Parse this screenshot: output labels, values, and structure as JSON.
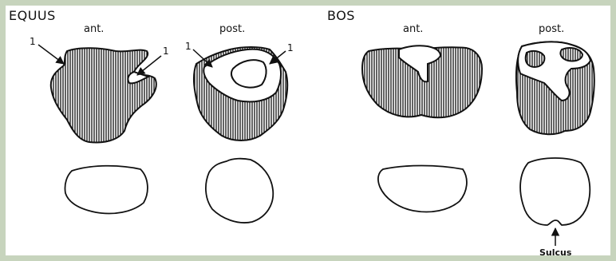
{
  "panels": {
    "left": {
      "genus": "EQUUS",
      "views": {
        "ant": "ant.",
        "post": "post."
      },
      "callout": "1"
    },
    "right": {
      "genus": "BOS",
      "views": {
        "ant": "ant.",
        "post": "post."
      },
      "annotation": "Sulcus"
    }
  },
  "colors": {
    "background": "#c7d4bd",
    "paper": "#ffffff",
    "ink": "#111111"
  }
}
